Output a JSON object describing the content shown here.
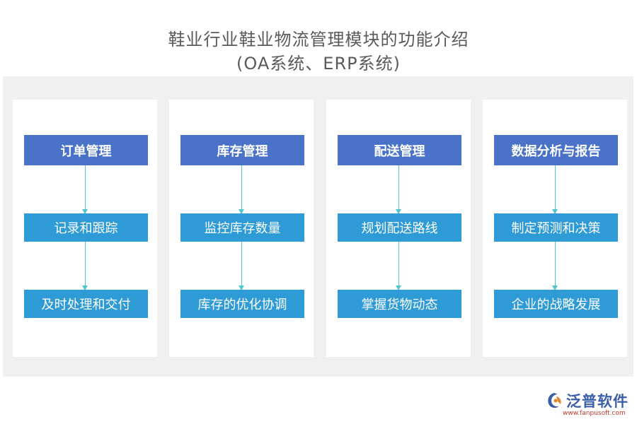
{
  "title": {
    "line1": "鞋业行业鞋业物流管理模块的功能介绍",
    "line2": "(OA系统、ERP系统)"
  },
  "columns": [
    {
      "header": "订单管理",
      "items": [
        "记录和跟踪",
        "及时处理和交付"
      ]
    },
    {
      "header": "库存管理",
      "items": [
        "监控库存数量",
        "库存的优化协调"
      ]
    },
    {
      "header": "配送管理",
      "items": [
        "规划配送路线",
        "掌握货物动态"
      ]
    },
    {
      "header": "数据分析与报告",
      "items": [
        "制定预测和决策",
        "企业的战略发展"
      ]
    }
  ],
  "logo": {
    "name": "泛普软件",
    "url": "www.fanpusoft.com"
  },
  "colors": {
    "header_box": "#4a72c8",
    "item_box": "#2e9ad6",
    "arrow": "#4fc6d0",
    "panel_bg": "#f0f0f0",
    "title_text": "#5a5a5a"
  }
}
